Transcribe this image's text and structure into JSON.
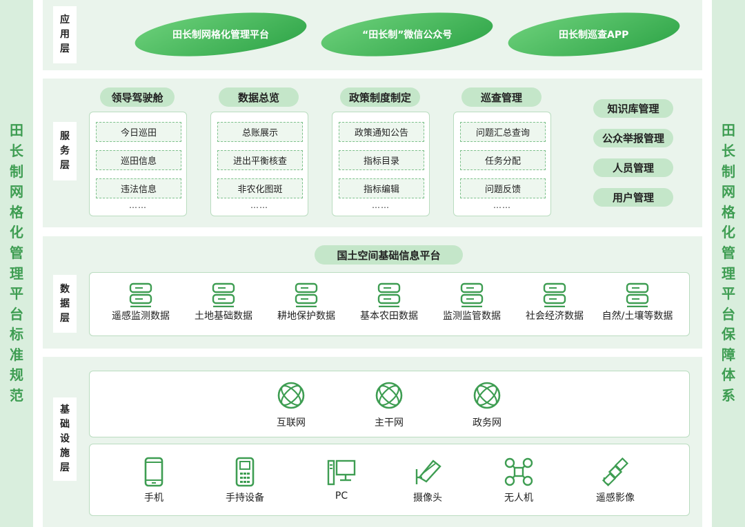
{
  "left_sidebar": "田长制网格化管理平台标准规范",
  "right_sidebar": "田长制网格化管理平台保障体系",
  "layers": {
    "app": "应用层",
    "service": "服务层",
    "data": "数据层",
    "infra": "基础设施层"
  },
  "app_items": [
    "田长制网格化管理平台",
    "“田长制”微信公众号",
    "田长制巡查APP"
  ],
  "service_groups": [
    {
      "title": "领导驾驶舱",
      "items": [
        "今日巡田",
        "巡田信息",
        "违法信息"
      ],
      "more": "……"
    },
    {
      "title": "数据总览",
      "items": [
        "总账展示",
        "进出平衡核查",
        "非农化图斑"
      ],
      "more": "……"
    },
    {
      "title": "政策制度制定",
      "items": [
        "政策通知公告",
        "指标目录",
        "指标编辑"
      ],
      "more": "……"
    },
    {
      "title": "巡查管理",
      "items": [
        "问题汇总查询",
        "任务分配",
        "问题反馈"
      ],
      "more": "……"
    }
  ],
  "service_standalone": [
    "知识库管理",
    "公众举报管理",
    "人员管理",
    "用户管理"
  ],
  "data_platform": "国土空间基础信息平台",
  "data_items": [
    "遥感监测数据",
    "土地基础数据",
    "耕地保护数据",
    "基本农田数据",
    "监测监管数据",
    "社会经济数据",
    "自然/土壤等数据"
  ],
  "networks": [
    {
      "label": "互联网",
      "icon": "globe-icon"
    },
    {
      "label": "主干网",
      "icon": "globe-icon"
    },
    {
      "label": "政务网",
      "icon": "globe-icon"
    }
  ],
  "devices": [
    {
      "label": "手机",
      "icon": "phone-icon"
    },
    {
      "label": "手持设备",
      "icon": "handheld-device-icon"
    },
    {
      "label": "PC",
      "icon": "pc-icon"
    },
    {
      "label": "摄像头",
      "icon": "camera-icon"
    },
    {
      "label": "无人机",
      "icon": "drone-icon"
    },
    {
      "label": "遥感影像",
      "icon": "satellite-icon"
    }
  ],
  "colors": {
    "primary_green": "#3e9d52",
    "band_bg": "#eaf4ec",
    "sidebar_bg": "#d9eedd",
    "pill_bg": "#c4e6c9"
  }
}
